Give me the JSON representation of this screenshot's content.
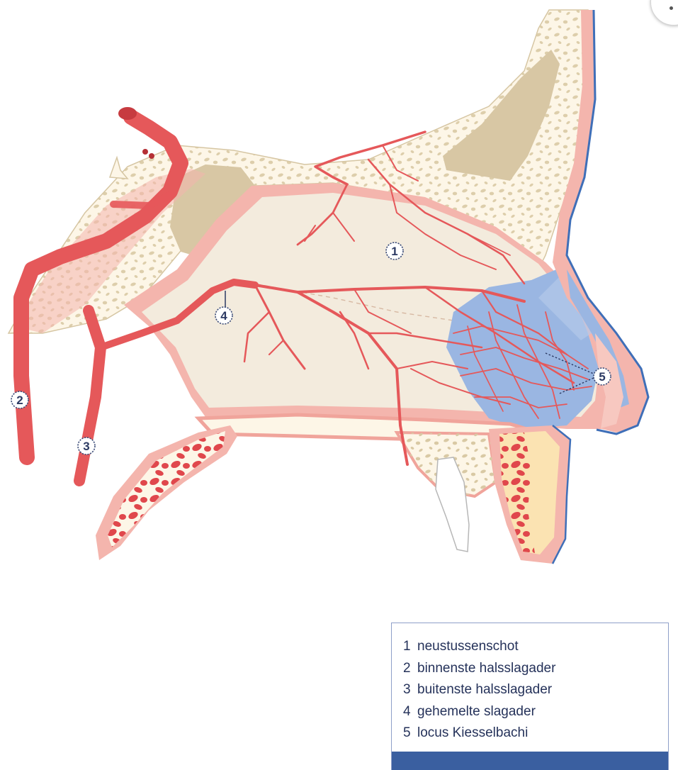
{
  "markers": {
    "m1": "1",
    "m2": "2",
    "m3": "3",
    "m4": "4",
    "m5": "5"
  },
  "legend": {
    "items": [
      {
        "num": "1",
        "label": "neustussenschot"
      },
      {
        "num": "2",
        "label": "binnenste halsslagader"
      },
      {
        "num": "3",
        "label": "buitenste halsslagader"
      },
      {
        "num": "4",
        "label": "gehemelte slagader"
      },
      {
        "num": "5",
        "label": "locus Kiesselbachi"
      }
    ],
    "footer_text": ""
  },
  "colors": {
    "artery": "#e5585a",
    "membrane": "#f4b5ad",
    "septum": "#f3ebdd",
    "bone": "#fdf6e7",
    "bone_dots": "#d9c9a4",
    "sinus": "#d8c7a4",
    "kiesselbach_zone": "#9ab6e2",
    "skin_line": "#3f6fb8",
    "legend_bar": "#3a5fa0"
  },
  "icons": {
    "corner_button": "menu-button-icon"
  }
}
